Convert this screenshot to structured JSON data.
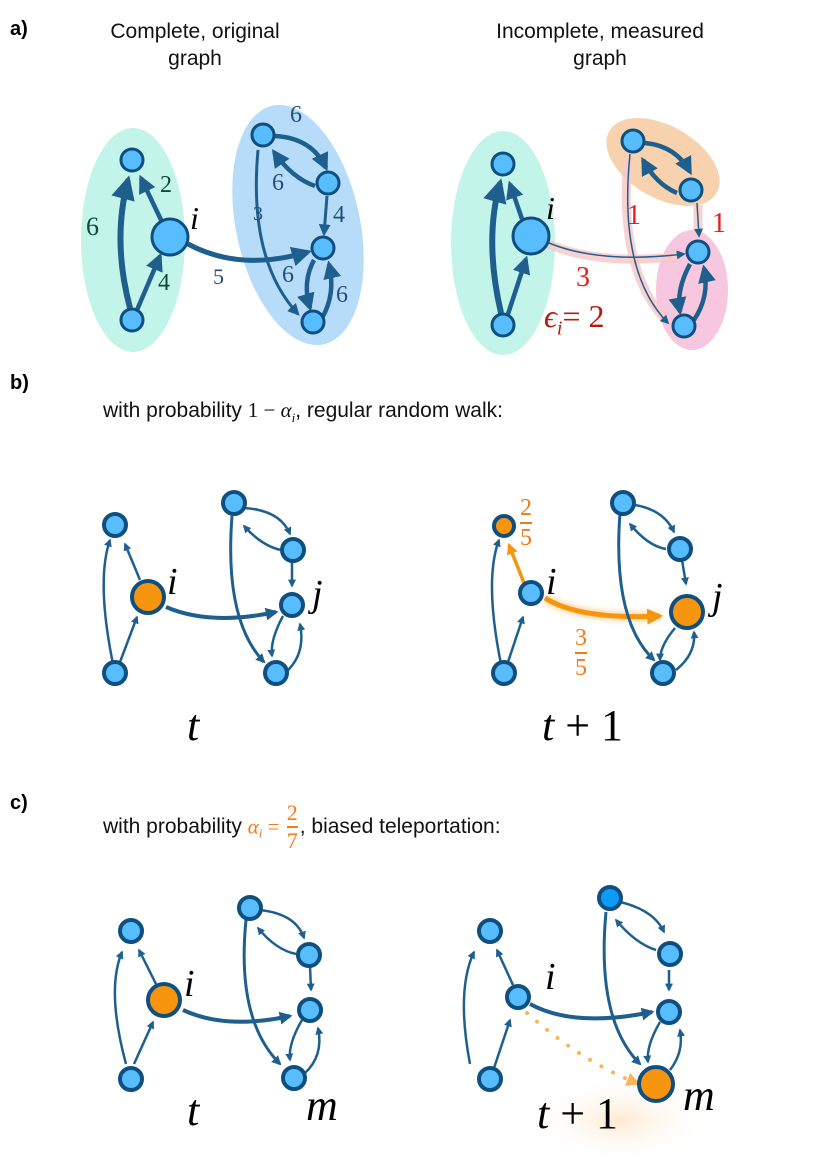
{
  "colors": {
    "node_fill": "#57bdfc",
    "node_stroke": "#0f4f80",
    "edge": "#1f5f8e",
    "orange": "#f7950f",
    "teal_cluster": "#c3f4ea",
    "blue_cluster": "#b7dcfa",
    "orange_cluster": "#f8d2ae",
    "pink_cluster": "#f6c7de",
    "missing_edge_highlight": "#f9c9c9",
    "red_label": "#e0201a",
    "dark_red_label": "#b31d10",
    "green_label": "#0f4a3a",
    "frac_orange": "#f07a1a"
  },
  "panel_a": {
    "label": "a)",
    "left_title_line1": "Complete, original",
    "left_title_line2": "graph",
    "right_title_line1": "Incomplete, measured",
    "right_title_line2": "graph",
    "node_i_label": "i",
    "left_edge_weights": {
      "w6_left": "6",
      "w2": "2",
      "w4": "4",
      "w5": "5",
      "w6_top": "6",
      "w6_back": "6",
      "w3": "3",
      "w4_right": "4",
      "w6_down": "6",
      "w6_up": "6"
    },
    "right_missing_weights": {
      "w1_long": "1",
      "w1_short": "1",
      "w3": "3"
    },
    "epsilon_symbol": "ϵ",
    "epsilon_sub": "i",
    "epsilon_value": "= 2"
  },
  "panel_b": {
    "label": "b)",
    "caption_prefix": "with probability ",
    "caption_math_one": "1 − ",
    "caption_math_alpha": "α",
    "caption_math_sub": "i",
    "caption_suffix": ", regular random walk:",
    "node_i_label": "i",
    "node_j_label": "j",
    "time_left": "t",
    "time_right_t": "t",
    "time_right_plus": " + 1",
    "prob_up_num": "2",
    "prob_up_den": "5",
    "prob_right_num": "3",
    "prob_right_den": "5"
  },
  "panel_c": {
    "label": "c)",
    "caption_prefix": "with probability ",
    "caption_alpha": "α",
    "caption_sub": "i",
    "caption_eq": " = ",
    "caption_num": "2",
    "caption_den": "7",
    "caption_suffix": ", biased teleportation:",
    "node_i_label": "i",
    "node_m_label": "m",
    "time_left": "t",
    "time_right_t": "t",
    "time_right_plus": " + 1"
  }
}
